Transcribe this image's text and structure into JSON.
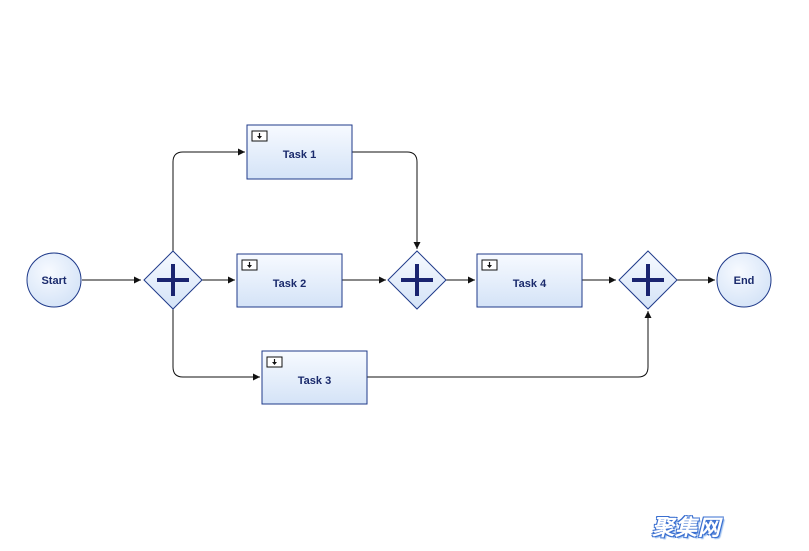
{
  "diagram": {
    "start_label": "Start",
    "end_label": "End",
    "tasks": [
      "Task 1",
      "Task 2",
      "Task 3",
      "Task 4"
    ],
    "gateway_symbol": "parallel-plus",
    "colors": {
      "node_fill_top": "#f7faff",
      "node_fill_bottom": "#d4e3f7",
      "node_stroke": "#1f3a8a",
      "gateway_plus": "#1a2470",
      "edge": "#111111"
    }
  },
  "watermark": {
    "text": "聚集网"
  }
}
